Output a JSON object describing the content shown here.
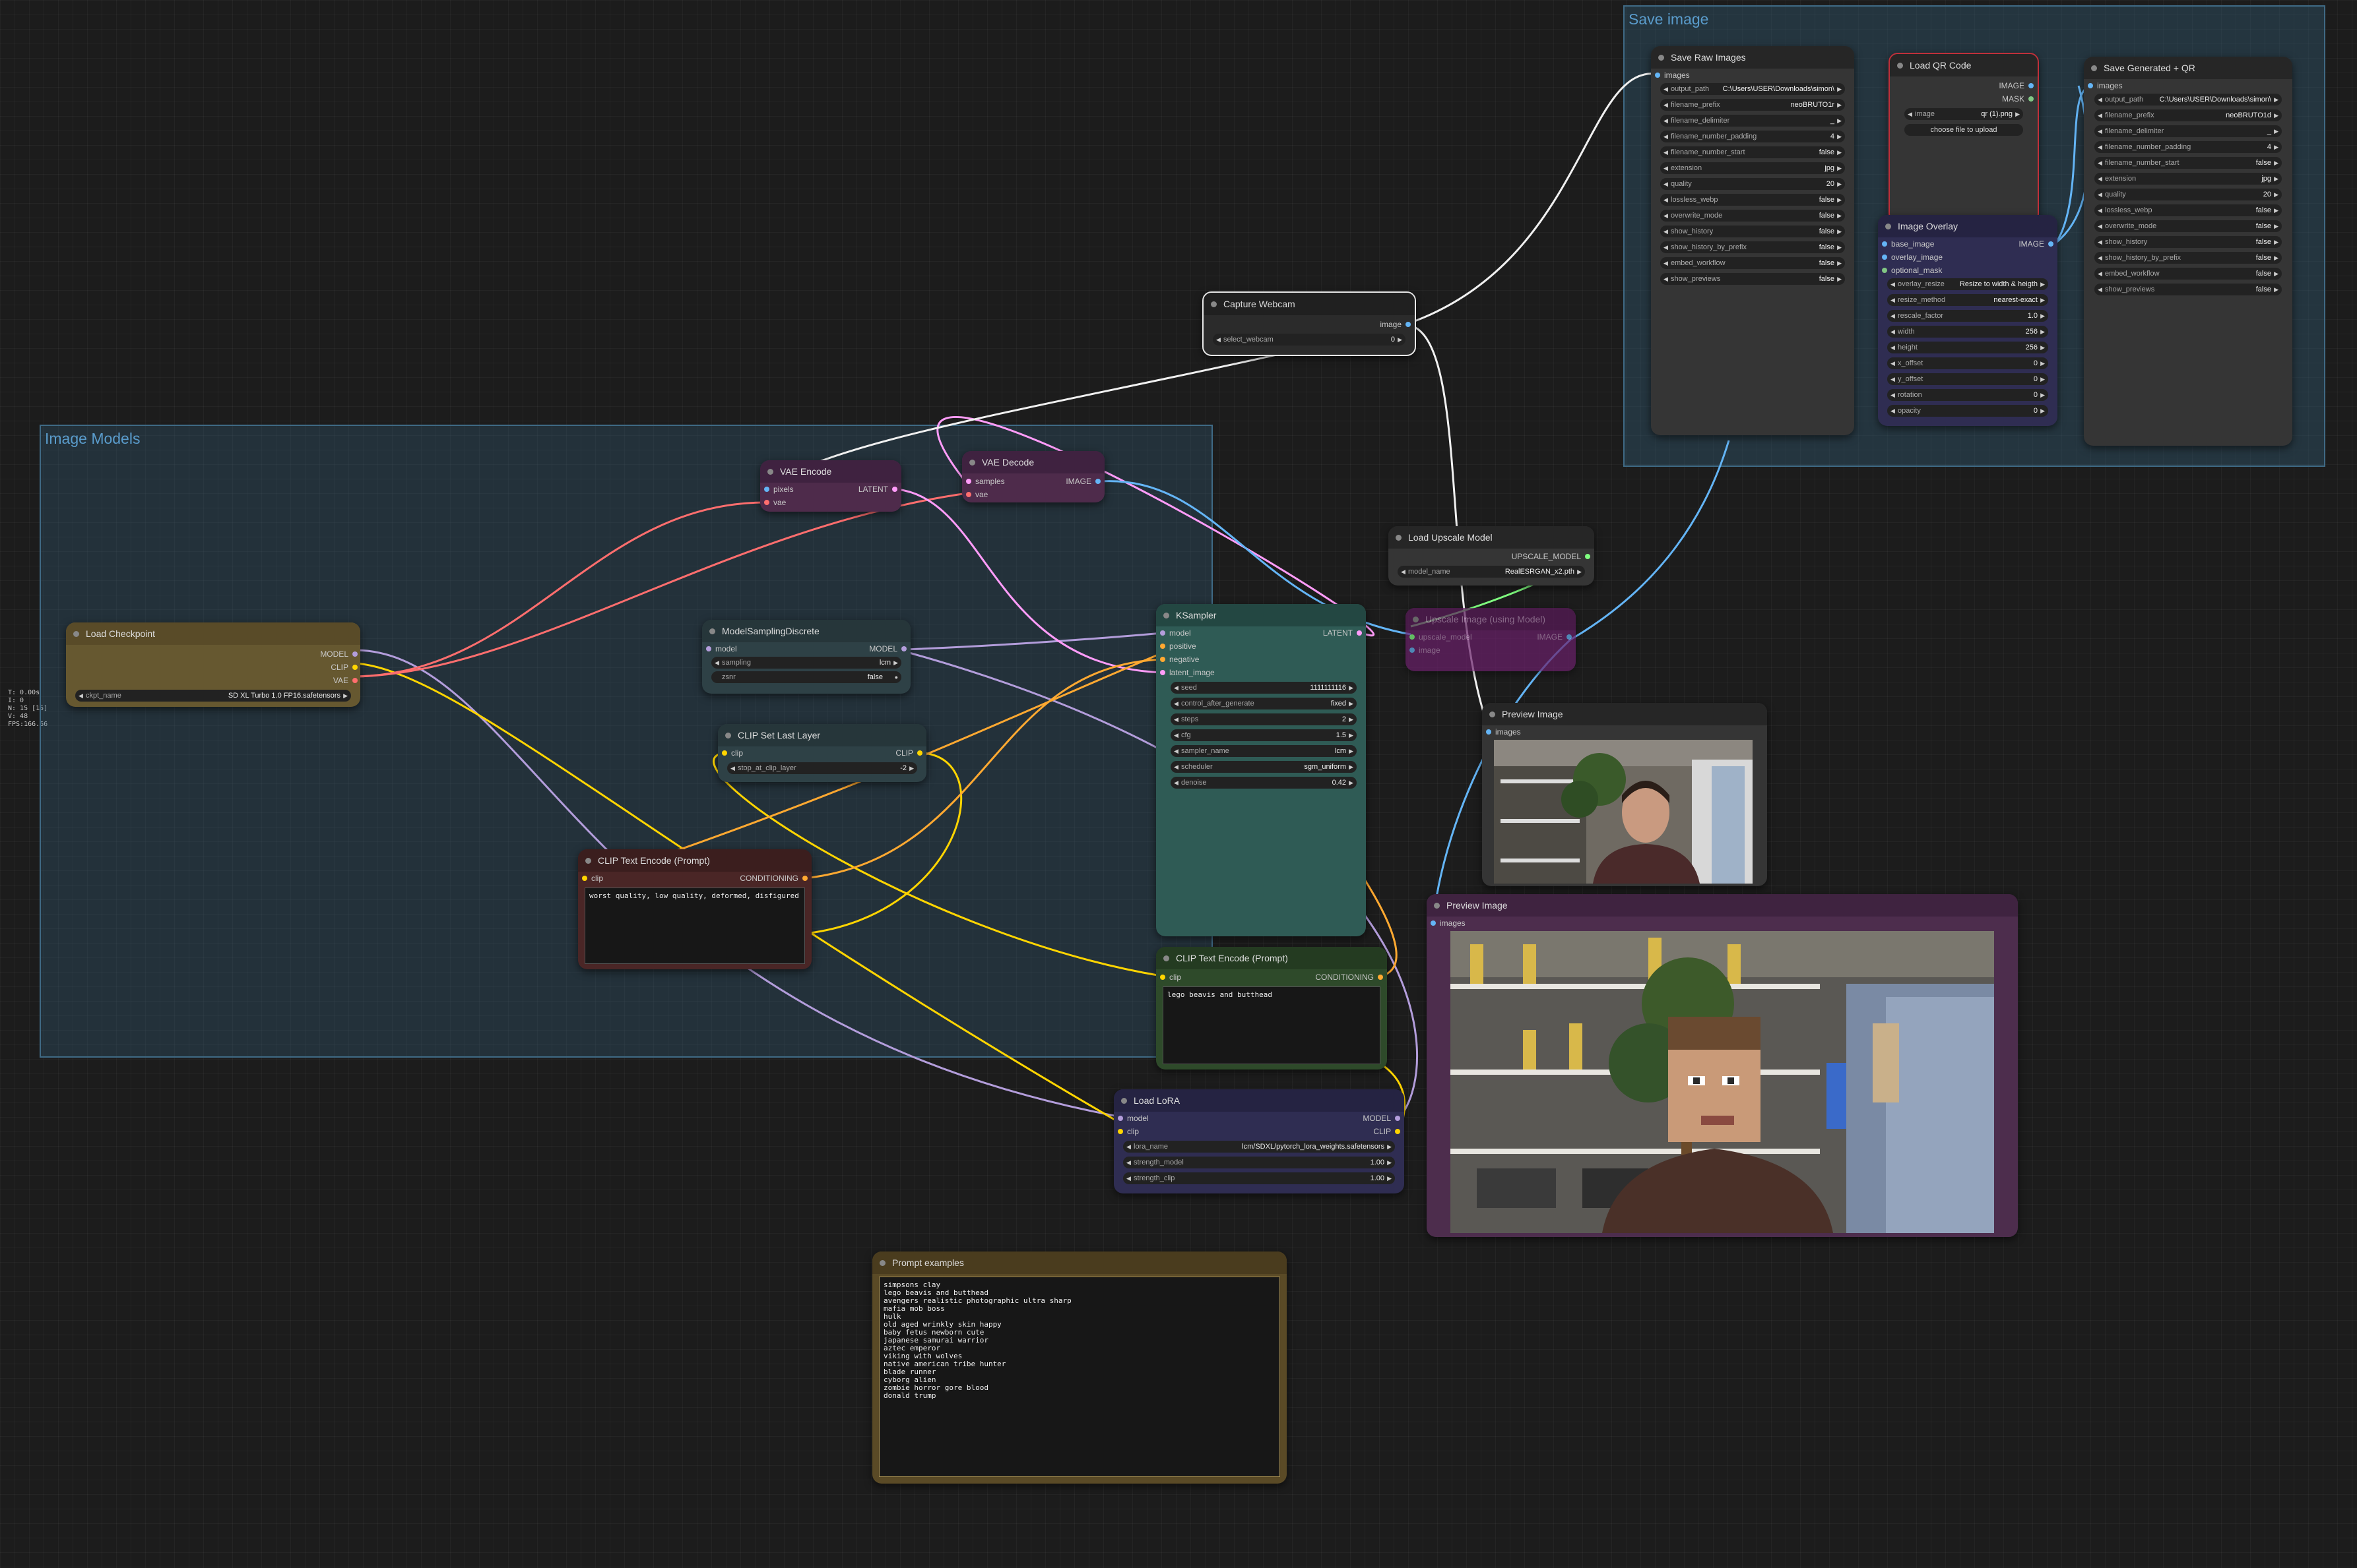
{
  "stats": [
    "T: 0.00s",
    "I: 0",
    "N: 15 [15]",
    "V: 48",
    "FPS:166.66"
  ],
  "groups": {
    "image_models": "Image Models",
    "save_image": "Save image"
  },
  "colors": {
    "model": "#b39ddb",
    "clip": "#ffd500",
    "vae": "#ff6e6e",
    "latent": "#ff9cf9",
    "image": "#64b5f6",
    "conditioning": "#ffa931",
    "upscale": "#80ff80",
    "mask": "#81c784"
  },
  "nodes": {
    "load_checkpoint": {
      "title": "Load Checkpoint",
      "outputs": [
        "MODEL",
        "CLIP",
        "VAE"
      ],
      "widgets": [
        {
          "label": "ckpt_name",
          "value": "SD XL Turbo 1.0 FP16.safetensors"
        }
      ]
    },
    "vae_encode": {
      "title": "VAE Encode",
      "inputs": [
        "pixels",
        "vae"
      ],
      "output": "LATENT"
    },
    "vae_decode": {
      "title": "VAE Decode",
      "inputs": [
        "samples",
        "vae"
      ],
      "output": "IMAGE"
    },
    "model_sampling": {
      "title": "ModelSamplingDiscrete",
      "input": "model",
      "output": "MODEL",
      "widgets": [
        {
          "label": "sampling",
          "value": "lcm"
        },
        {
          "label": "zsnr",
          "value": "false"
        }
      ]
    },
    "clip_set_last_layer": {
      "title": "CLIP Set Last Layer",
      "input": "clip",
      "output": "CLIP",
      "widgets": [
        {
          "label": "stop_at_clip_layer",
          "value": "-2"
        }
      ]
    },
    "clip_text_negative": {
      "title": "CLIP Text Encode (Prompt)",
      "input": "clip",
      "output": "CONDITIONING",
      "text": "worst quality, low quality, deformed, disfigured"
    },
    "ksampler": {
      "title": "KSampler",
      "inputs": [
        "model",
        "positive",
        "negative",
        "latent_image"
      ],
      "output": "LATENT",
      "widgets": [
        {
          "label": "seed",
          "value": "1111111116"
        },
        {
          "label": "control_after_generate",
          "value": "fixed"
        },
        {
          "label": "steps",
          "value": "2"
        },
        {
          "label": "cfg",
          "value": "1.5"
        },
        {
          "label": "sampler_name",
          "value": "lcm"
        },
        {
          "label": "scheduler",
          "value": "sgm_uniform"
        },
        {
          "label": "denoise",
          "value": "0.42"
        }
      ]
    },
    "clip_text_positive": {
      "title": "CLIP Text Encode (Prompt)",
      "input": "clip",
      "output": "CONDITIONING",
      "text": "lego beavis and butthead"
    },
    "load_lora": {
      "title": "Load LoRA",
      "inputs": [
        "model",
        "clip"
      ],
      "outputs": [
        "MODEL",
        "CLIP"
      ],
      "widgets": [
        {
          "label": "lora_name",
          "value": "lcm/SDXL/pytorch_lora_weights.safetensors"
        },
        {
          "label": "strength_model",
          "value": "1.00"
        },
        {
          "label": "strength_clip",
          "value": "1.00"
        }
      ]
    },
    "capture_webcam": {
      "title": "Capture Webcam",
      "output": "image",
      "widgets": [
        {
          "label": "select_webcam",
          "value": "0"
        }
      ]
    },
    "load_upscale_model": {
      "title": "Load Upscale Model",
      "output": "UPSCALE_MODEL",
      "widgets": [
        {
          "label": "model_name",
          "value": "RealESRGAN_x2.pth"
        }
      ]
    },
    "upscale_image": {
      "title": "Upscale Image (using Model)",
      "inputs": [
        "upscale_model",
        "image"
      ],
      "output": "IMAGE"
    },
    "preview_small": {
      "title": "Preview Image",
      "input": "images"
    },
    "preview_large": {
      "title": "Preview Image",
      "input": "images"
    },
    "prompt_examples": {
      "title": "Prompt examples",
      "text": "simpsons clay\nlego beavis and butthead\navengers realistic photographic ultra sharp\nmafia mob boss\nhulk\nold aged wrinkly skin happy\nbaby fetus newborn cute\njapanese samurai warrior\naztec emperor\nviking with wolves\nnative american tribe hunter\nblade runner\ncyborg alien\nzombie horror gore blood\ndonald trump"
    },
    "save_raw": {
      "title": "Save Raw Images",
      "input": "images",
      "widgets": [
        {
          "label": "output_path",
          "value": "C:\\Users\\USER\\Downloads\\simon\\"
        },
        {
          "label": "filename_prefix",
          "value": "neoBRUTO1r"
        },
        {
          "label": "filename_delimiter",
          "value": "_"
        },
        {
          "label": "filename_number_padding",
          "value": "4"
        },
        {
          "label": "filename_number_start",
          "value": "false"
        },
        {
          "label": "extension",
          "value": "jpg"
        },
        {
          "label": "quality",
          "value": "20"
        },
        {
          "label": "lossless_webp",
          "value": "false"
        },
        {
          "label": "overwrite_mode",
          "value": "false"
        },
        {
          "label": "show_history",
          "value": "false"
        },
        {
          "label": "show_history_by_prefix",
          "value": "false"
        },
        {
          "label": "embed_workflow",
          "value": "false"
        },
        {
          "label": "show_previews",
          "value": "false"
        }
      ]
    },
    "load_qr": {
      "title": "Load QR Code",
      "outputs": [
        "IMAGE",
        "MASK"
      ],
      "widgets": [
        {
          "label": "image",
          "value": "qr (1).png"
        }
      ],
      "button": "choose file to upload"
    },
    "image_overlay": {
      "title": "Image Overlay",
      "inputs": [
        "base_image",
        "overlay_image",
        "optional_mask"
      ],
      "output": "IMAGE",
      "widgets": [
        {
          "label": "overlay_resize",
          "value": "Resize to width & heigth"
        },
        {
          "label": "resize_method",
          "value": "nearest-exact"
        },
        {
          "label": "rescale_factor",
          "value": "1.0"
        },
        {
          "label": "width",
          "value": "256"
        },
        {
          "label": "height",
          "value": "256"
        },
        {
          "label": "x_offset",
          "value": "0"
        },
        {
          "label": "y_offset",
          "value": "0"
        },
        {
          "label": "rotation",
          "value": "0"
        },
        {
          "label": "opacity",
          "value": "0"
        }
      ]
    },
    "save_generated": {
      "title": "Save Generated + QR",
      "input": "images",
      "widgets": [
        {
          "label": "output_path",
          "value": "C:\\Users\\USER\\Downloads\\simon\\"
        },
        {
          "label": "filename_prefix",
          "value": "neoBRUTO1d"
        },
        {
          "label": "filename_delimiter",
          "value": "_"
        },
        {
          "label": "filename_number_padding",
          "value": "4"
        },
        {
          "label": "filename_number_start",
          "value": "false"
        },
        {
          "label": "extension",
          "value": "jpg"
        },
        {
          "label": "quality",
          "value": "20"
        },
        {
          "label": "lossless_webp",
          "value": "false"
        },
        {
          "label": "overwrite_mode",
          "value": "false"
        },
        {
          "label": "show_history",
          "value": "false"
        },
        {
          "label": "show_history_by_prefix",
          "value": "false"
        },
        {
          "label": "embed_workflow",
          "value": "false"
        },
        {
          "label": "show_previews",
          "value": "false"
        }
      ]
    }
  }
}
